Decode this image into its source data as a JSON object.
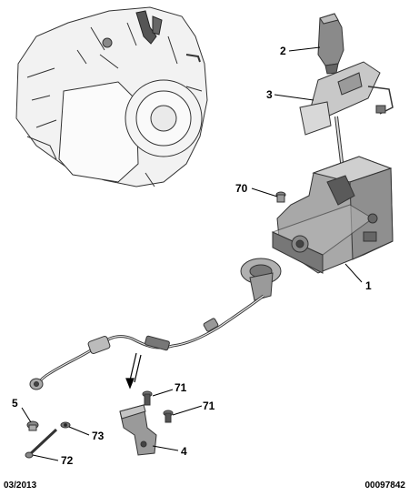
{
  "diagram": {
    "callouts": {
      "c1": "1",
      "c2": "2",
      "c3": "3",
      "c4": "4",
      "c5": "5",
      "c70": "70",
      "c71a": "71",
      "c71b": "71",
      "c72": "72",
      "c73": "73"
    },
    "footer": {
      "date": "03/2013",
      "ref": "00097842"
    }
  }
}
